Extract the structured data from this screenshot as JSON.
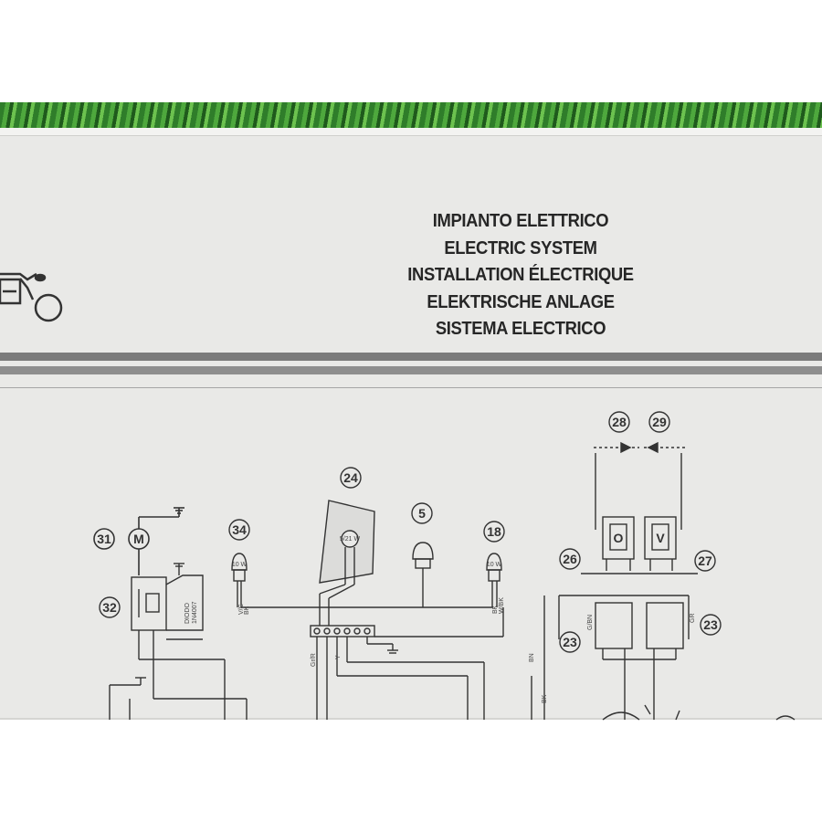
{
  "heading": {
    "lines": [
      "IMPIANTO ELETTRICO",
      "ELECTRIC SYSTEM",
      "INSTALLATION ÉLECTRIQUE",
      "ELEKTRISCHE ANLAGE",
      "SISTEMA ELECTRICO"
    ]
  },
  "components": {
    "c31": "31",
    "c32": "32",
    "c34": "34",
    "c24": "24",
    "c5": "5",
    "c18": "18",
    "c28": "28",
    "c29": "29",
    "c26": "26",
    "c27": "27",
    "c23a": "23",
    "c23b": "23",
    "motor": "M",
    "switch_o": "O",
    "switch_v": "V"
  },
  "labels": {
    "diode": "DIODO",
    "diode_part": "1N4007",
    "bulb_34": "10 W",
    "bulb_18": "10 W",
    "bulb_24": "5/21 W",
    "w_vg": "V/G",
    "w_bk1": "BK",
    "w_bk2": "BK",
    "w_wbk": "W/BK",
    "w_grr": "Gr/R",
    "w_y": "Y",
    "w_bn": "BN",
    "w_bk3": "BK",
    "w_gbn": "G/BN",
    "w_gr": "GR"
  },
  "colors": {
    "paper": "#e9e9e7",
    "ink": "#333333",
    "band": "#7b7b7b"
  }
}
